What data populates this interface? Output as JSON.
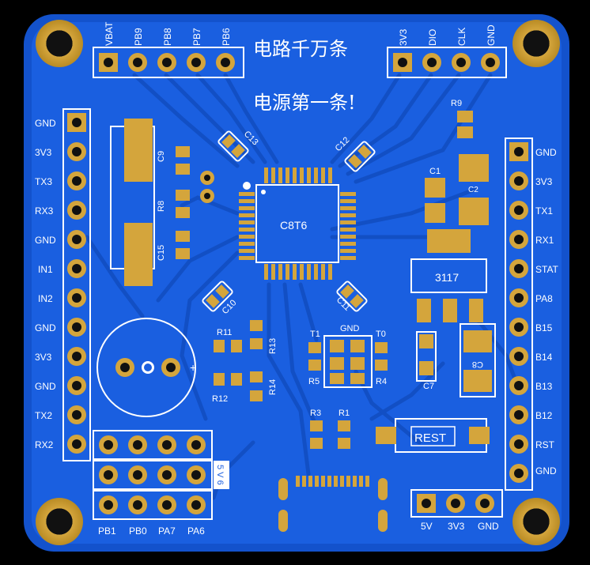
{
  "title_line1": "电路千万条",
  "title_line2": "电源第一条!",
  "chip_label": "C8T6",
  "regulator_label": "3117",
  "reset_label": "REST",
  "top_left_header": [
    "VBAT",
    "PB9",
    "PB8",
    "PB7",
    "PB6"
  ],
  "top_right_header": [
    "3V3",
    "DIO",
    "CLK",
    "GND"
  ],
  "left_header": [
    "GND",
    "3V3",
    "TX3",
    "RX3",
    "GND",
    "IN1",
    "IN2",
    "GND",
    "3V3",
    "GND",
    "TX2",
    "RX2"
  ],
  "right_header": [
    "GND",
    "3V3",
    "TX1",
    "RX1",
    "STAT",
    "PA8",
    "B15",
    "B14",
    "B13",
    "B12",
    "RST",
    "GND"
  ],
  "bottom_left_header": [
    "PB1",
    "PB0",
    "PA7",
    "PA6"
  ],
  "bottom_right_header": [
    "5V",
    "3V3",
    "GND"
  ],
  "side_vertical_label": "5 V 6",
  "gnd_label": "GND",
  "components": [
    "C9",
    "R8",
    "C15",
    "C13",
    "C12",
    "C10",
    "C11",
    "R9",
    "C1",
    "C2",
    "C7",
    "C8",
    "R11",
    "R12",
    "R13",
    "R14",
    "T1",
    "T0",
    "R5",
    "R4",
    "R3",
    "R1"
  ],
  "colors": {
    "board": "#1658d8",
    "edge": "#0d3fa8",
    "copper": "#d4a53c",
    "silk": "#ffffff",
    "chip": "#1a1a1a"
  }
}
